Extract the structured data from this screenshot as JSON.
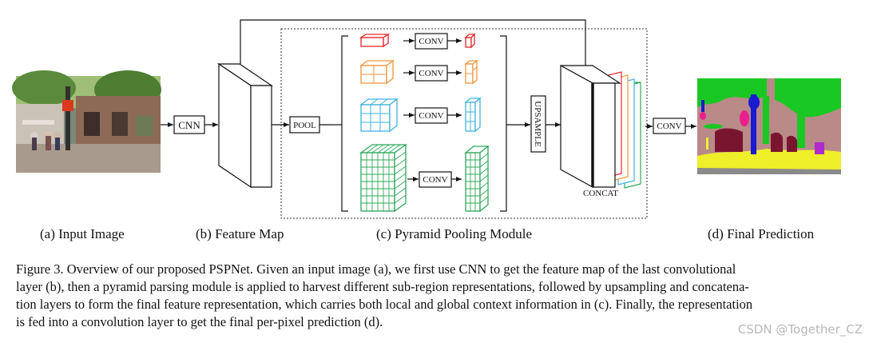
{
  "figure": {
    "labels": {
      "cnn": "CNN",
      "pool": "POOL",
      "conv": "CONV",
      "upsample": "UPSAMPLE",
      "concat": "CONCAT"
    },
    "subcaptions": {
      "a": "(a) Input Image",
      "b": "(b) Feature Map",
      "c": "(c) Pyramid Pooling Module",
      "d": "(d) Final Prediction"
    },
    "caption_lines": [
      "Figure 3. Overview of our proposed PSPNet. Given an input image (a), we first use CNN to get the feature map of the last convolutional",
      "layer (b), then a pyramid parsing module is applied to harvest different sub-region representations, followed by upsampling and concatena-",
      "tion layers to form the final feature representation, which carries both local and global context information in (c). Finally, the representation",
      "is fed into a convolution layer to get the final per-pixel prediction (d)."
    ],
    "branch_colors": [
      "#e8262b",
      "#f0953a",
      "#3fb2e0",
      "#2ea85a"
    ]
  },
  "watermark": "CSDN @Together_CZ"
}
